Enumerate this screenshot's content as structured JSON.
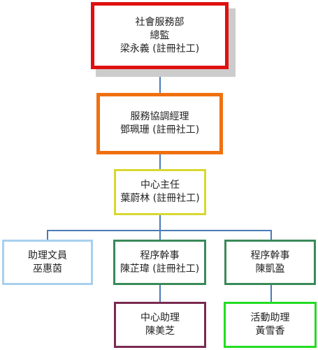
{
  "org_chart": {
    "nodes": {
      "director": {
        "title": "社會服務部",
        "title2": "總監",
        "name": "梁永義 (註冊社工)"
      },
      "coordinator": {
        "title": "服務協調經理",
        "name": "鄧珮珊 (註冊社工)"
      },
      "supervisor": {
        "title": "中心主任",
        "name": "葉蔚林 (註冊社工)"
      },
      "clerk": {
        "title": "助理文員",
        "name": "巫惠茵"
      },
      "officer1": {
        "title": "程序幹事",
        "name": "陳芷瑋 (註冊社工)"
      },
      "officer2": {
        "title": "程序幹事",
        "name": "陳凱盈"
      },
      "assistant": {
        "title": "中心助理",
        "name": "陳美芝"
      },
      "activity": {
        "title": "活動助理",
        "name": "黃雪香"
      }
    },
    "colors": {
      "director_border": "#e01010",
      "coordinator_border": "#f07010",
      "supervisor_border": "#d8d830",
      "clerk_border": "#a8d0ee",
      "officer_border": "#3a8a5a",
      "assistant_border": "#7a2a50",
      "activity_border": "#22dd22",
      "connector": "#4a7ab8",
      "shadow": "#cccccc"
    }
  }
}
